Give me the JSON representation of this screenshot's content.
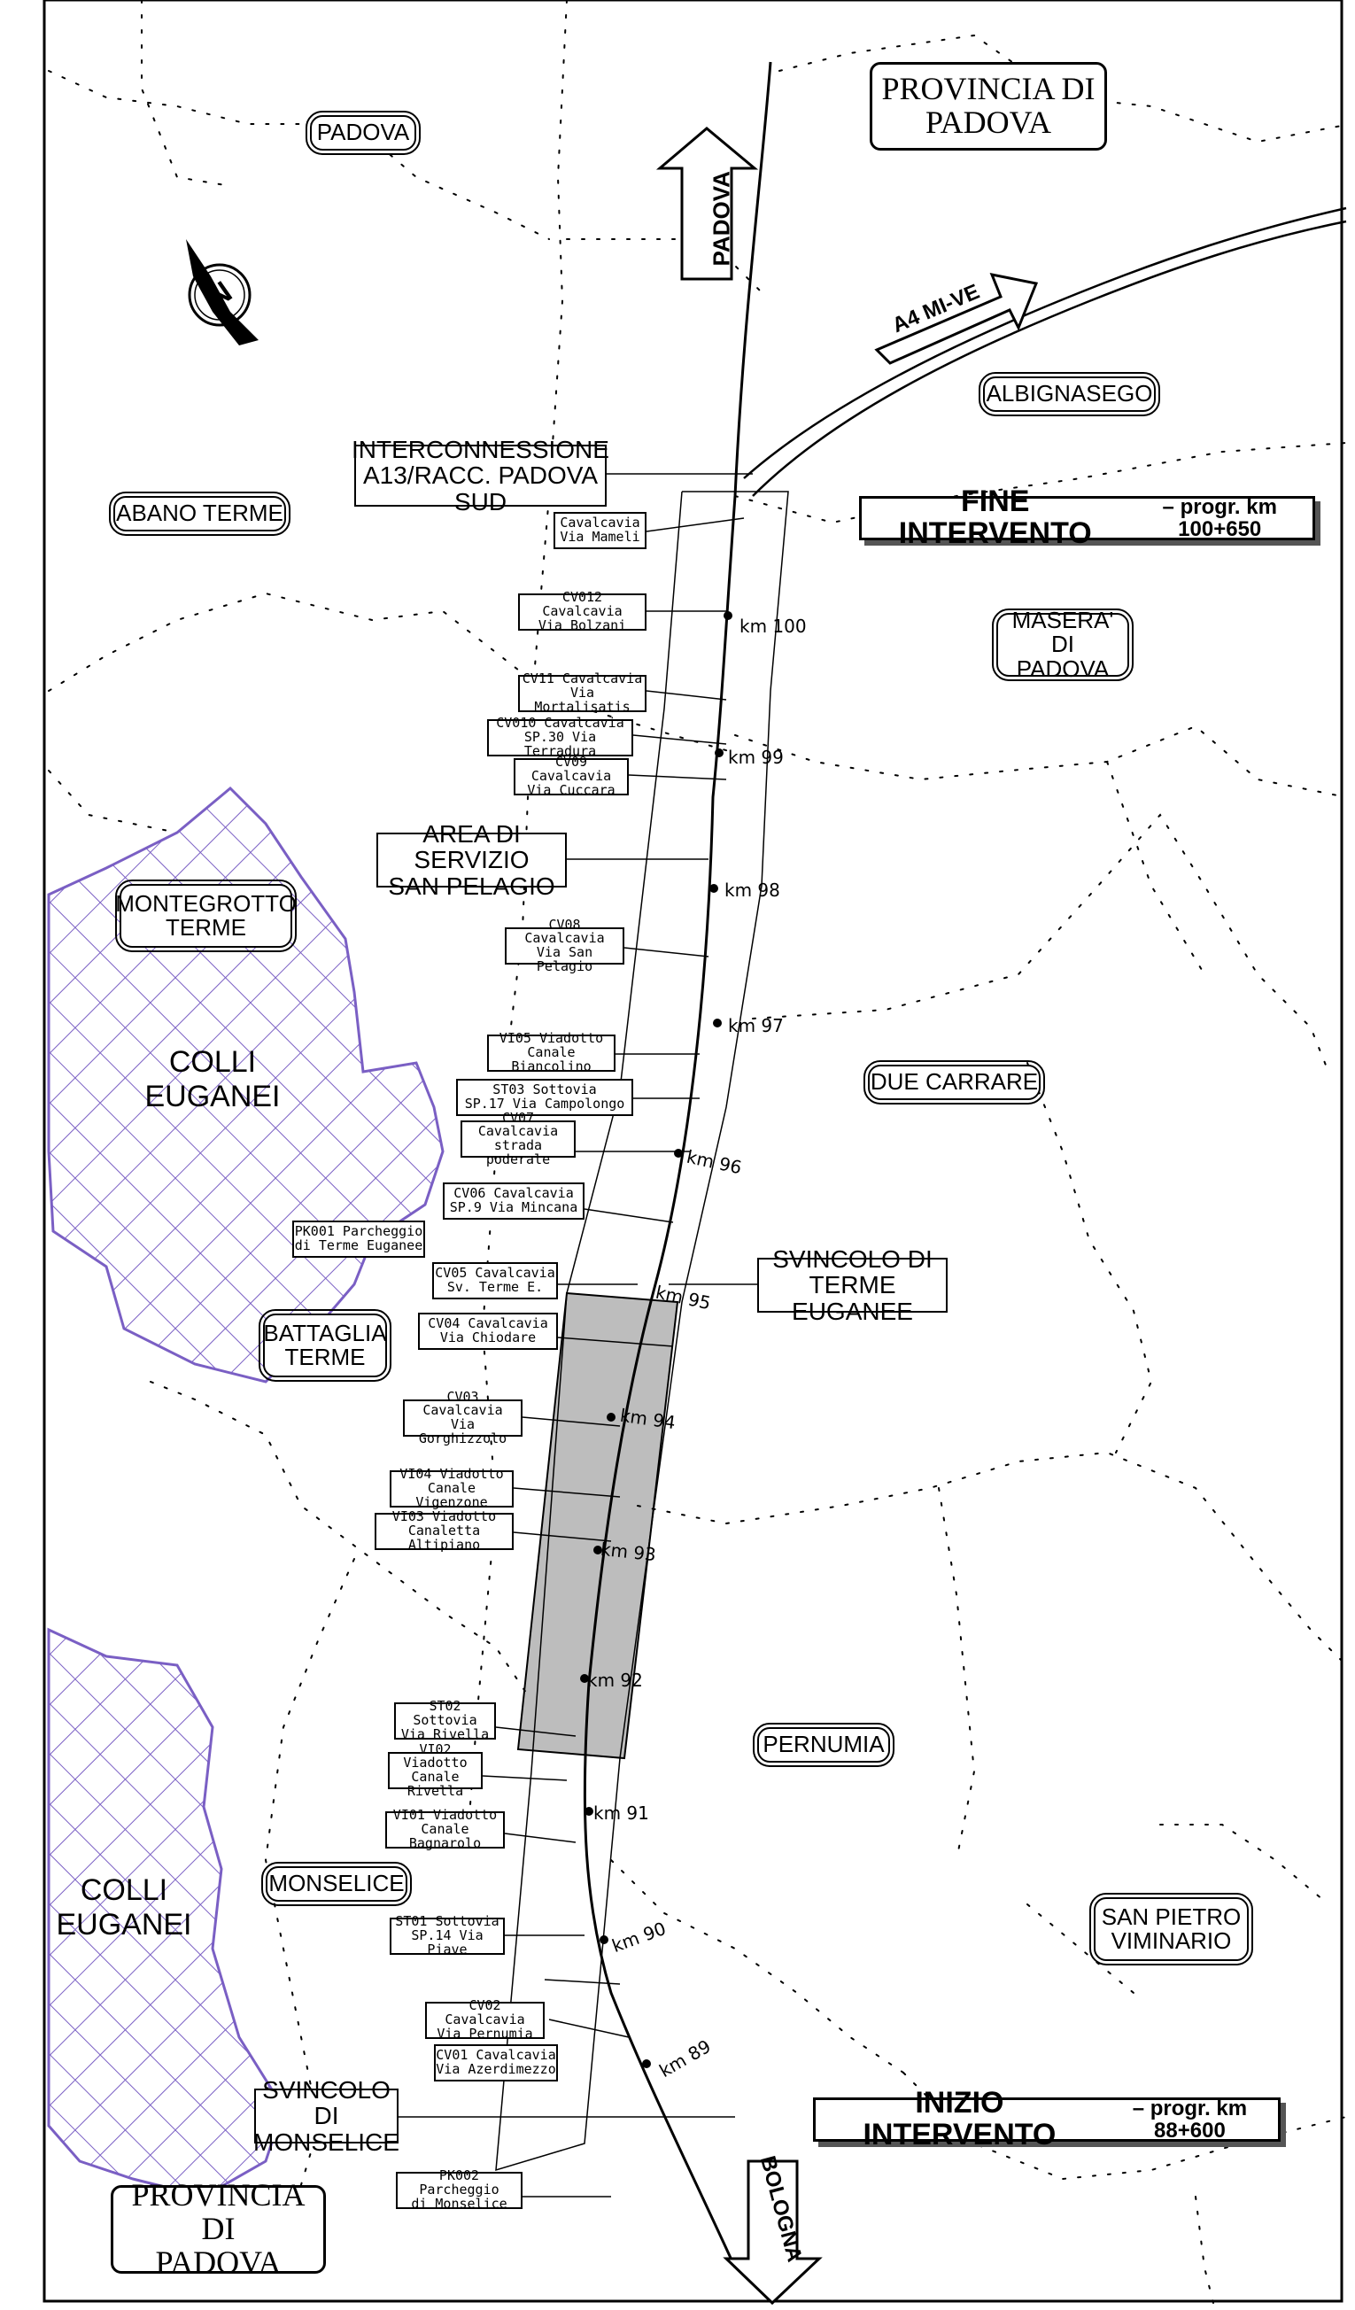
{
  "provinces": [
    {
      "id": "prov-top",
      "text": "PROVINCIA DI\nPADOVA"
    },
    {
      "id": "prov-bottom",
      "text": "PROVINCIA DI\nPADOVA"
    }
  ],
  "places": {
    "padova": "PADOVA",
    "abano_terme": "ABANO TERME",
    "albignasego": "ALBIGNASEGO",
    "masera": "MASERA' DI\nPADOVA",
    "montegrotto": "MONTEGROTTO\nTERME",
    "due_carrare": "DUE CARRARE",
    "battaglia": "BATTAGLIA\nTERME",
    "pernumia": "PERNUMIA",
    "monselice": "MONSELICE",
    "san_pietro": "SAN PIETRO\nVIMINARIO"
  },
  "areas": {
    "colli_top": "COLLI\nEUGANEI",
    "colli_bottom": "COLLI\nEUGANEI"
  },
  "directions": {
    "padova": "PADOVA",
    "a4": "A4 MI-VE",
    "bologna": "BOLOGNA"
  },
  "main_labels": {
    "interconnessione": "INTERCONNESSIONE\nA13/RACC. PADOVA SUD",
    "area_servizio": "AREA DI SERVIZIO\nSAN PELAGIO",
    "svincolo_terme": "SVINCOLO DI\nTERME EUGANEE",
    "svincolo_monselice": "SVINCOLO DI\nMONSELICE"
  },
  "intervention": {
    "fine_title": "FINE INTERVENTO",
    "fine_sub": "– progr. km 100+650",
    "inizio_title": "INIZIO INTERVENTO",
    "inizio_sub": "– progr. km 88+600"
  },
  "structures": [
    {
      "id": "mameli",
      "text": "Cavalcavia\nVia Mameli"
    },
    {
      "id": "cv012",
      "text": "CV012 Cavalcavia\nVia Bolzani"
    },
    {
      "id": "cv11",
      "text": "CV11 Cavalcavia\nVia Mortalisatis"
    },
    {
      "id": "cv010",
      "text": "CV010 Cavalcavia\nSP.30 Via Terradura"
    },
    {
      "id": "cv09",
      "text": "CV09 Cavalcavia\nVia Cuccara"
    },
    {
      "id": "cv08",
      "text": "CV08 Cavalcavia\nVia San Pelagio"
    },
    {
      "id": "vi05",
      "text": "VI05 Viadotto\nCanale Biancolino"
    },
    {
      "id": "st03",
      "text": "ST03 Sottovia\nSP.17 Via Campolongo"
    },
    {
      "id": "cv07",
      "text": "CV07 Cavalcavia\nstrada poderale"
    },
    {
      "id": "cv06",
      "text": "CV06 Cavalcavia\nSP.9 Via Mincana"
    },
    {
      "id": "pk001",
      "text": "PK001 Parcheggio\ndi Terme Euganee"
    },
    {
      "id": "cv05",
      "text": "CV05 Cavalcavia\nSv. Terme E."
    },
    {
      "id": "cv04",
      "text": "CV04 Cavalcavia\nVia Chiodare"
    },
    {
      "id": "cv03",
      "text": "CV03 Cavalcavia\nVia Gorghizzolo"
    },
    {
      "id": "vi04",
      "text": "VI04 Viadotto\nCanale Vigenzone"
    },
    {
      "id": "vi03",
      "text": "VI03 Viadotto\nCanaletta Altipiano"
    },
    {
      "id": "st02",
      "text": "ST02 Sottovia\nVia Rivella"
    },
    {
      "id": "vi02",
      "text": "VI02 Viadotto\nCanale Rivella"
    },
    {
      "id": "vi01",
      "text": "VI01 Viadotto\nCanale Bagnarolo"
    },
    {
      "id": "st01",
      "text": "ST01 Sottovia\nSP.14 Via Piave"
    },
    {
      "id": "cv02",
      "text": "CV02 Cavalcavia\nVia Pernumia"
    },
    {
      "id": "cv01",
      "text": "CV01 Cavalcavia\nVia Azerdimezzo"
    },
    {
      "id": "pk002",
      "text": "PK002 Parcheggio\ndi Monselice"
    }
  ],
  "km_markers": [
    "km 100",
    "km 99",
    "km 98",
    "km 97",
    "km 96",
    "km 95",
    "km 94",
    "km 93",
    "km 92",
    "km 91",
    "km 90",
    "km 89"
  ],
  "compass": {
    "letter": "N"
  },
  "colors": {
    "hills": "#7a5fc4",
    "shaded": "#bdbdbd",
    "line": "#000000"
  }
}
